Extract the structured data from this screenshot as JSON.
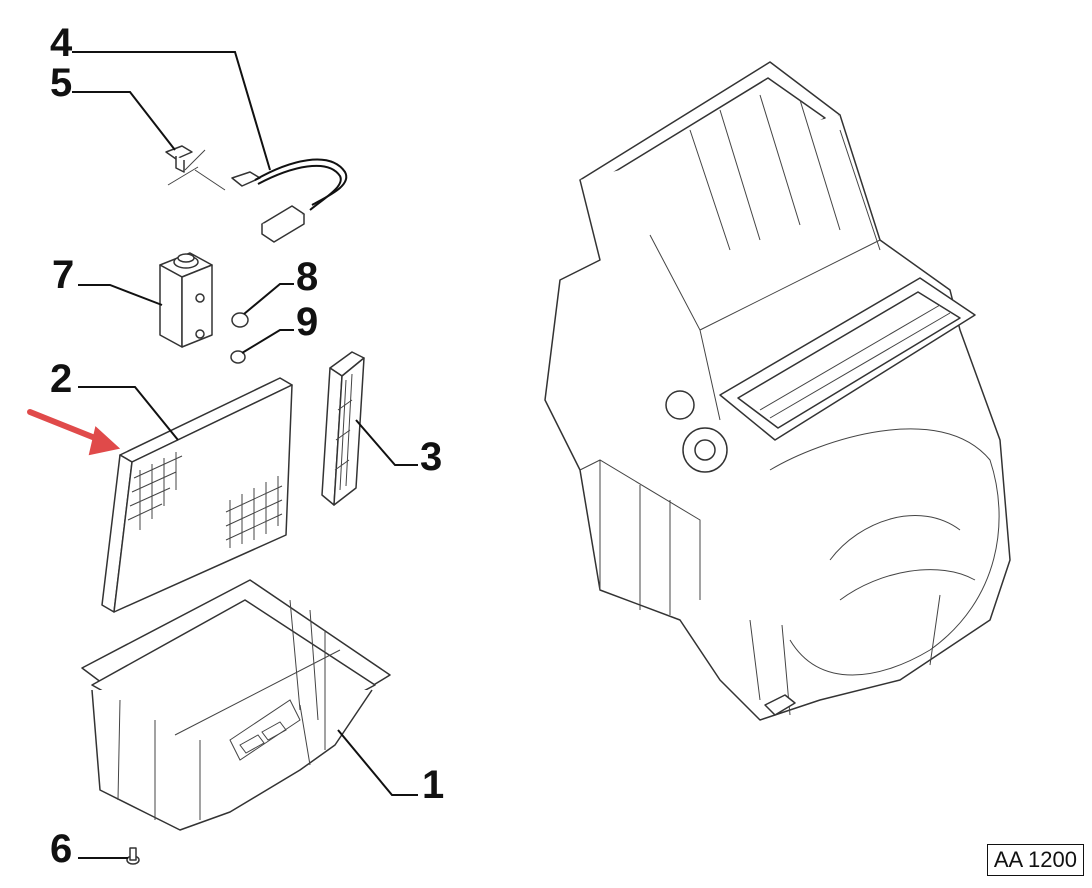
{
  "callouts": [
    {
      "id": "1",
      "label": "1"
    },
    {
      "id": "2",
      "label": "2"
    },
    {
      "id": "3",
      "label": "3"
    },
    {
      "id": "4",
      "label": "4"
    },
    {
      "id": "5",
      "label": "5"
    },
    {
      "id": "6",
      "label": "6"
    },
    {
      "id": "7",
      "label": "7"
    },
    {
      "id": "8",
      "label": "8"
    },
    {
      "id": "9",
      "label": "9"
    }
  ],
  "reference_code": "AA 1200",
  "colors": {
    "arrow": "#e04a4a",
    "line": "#111111"
  }
}
